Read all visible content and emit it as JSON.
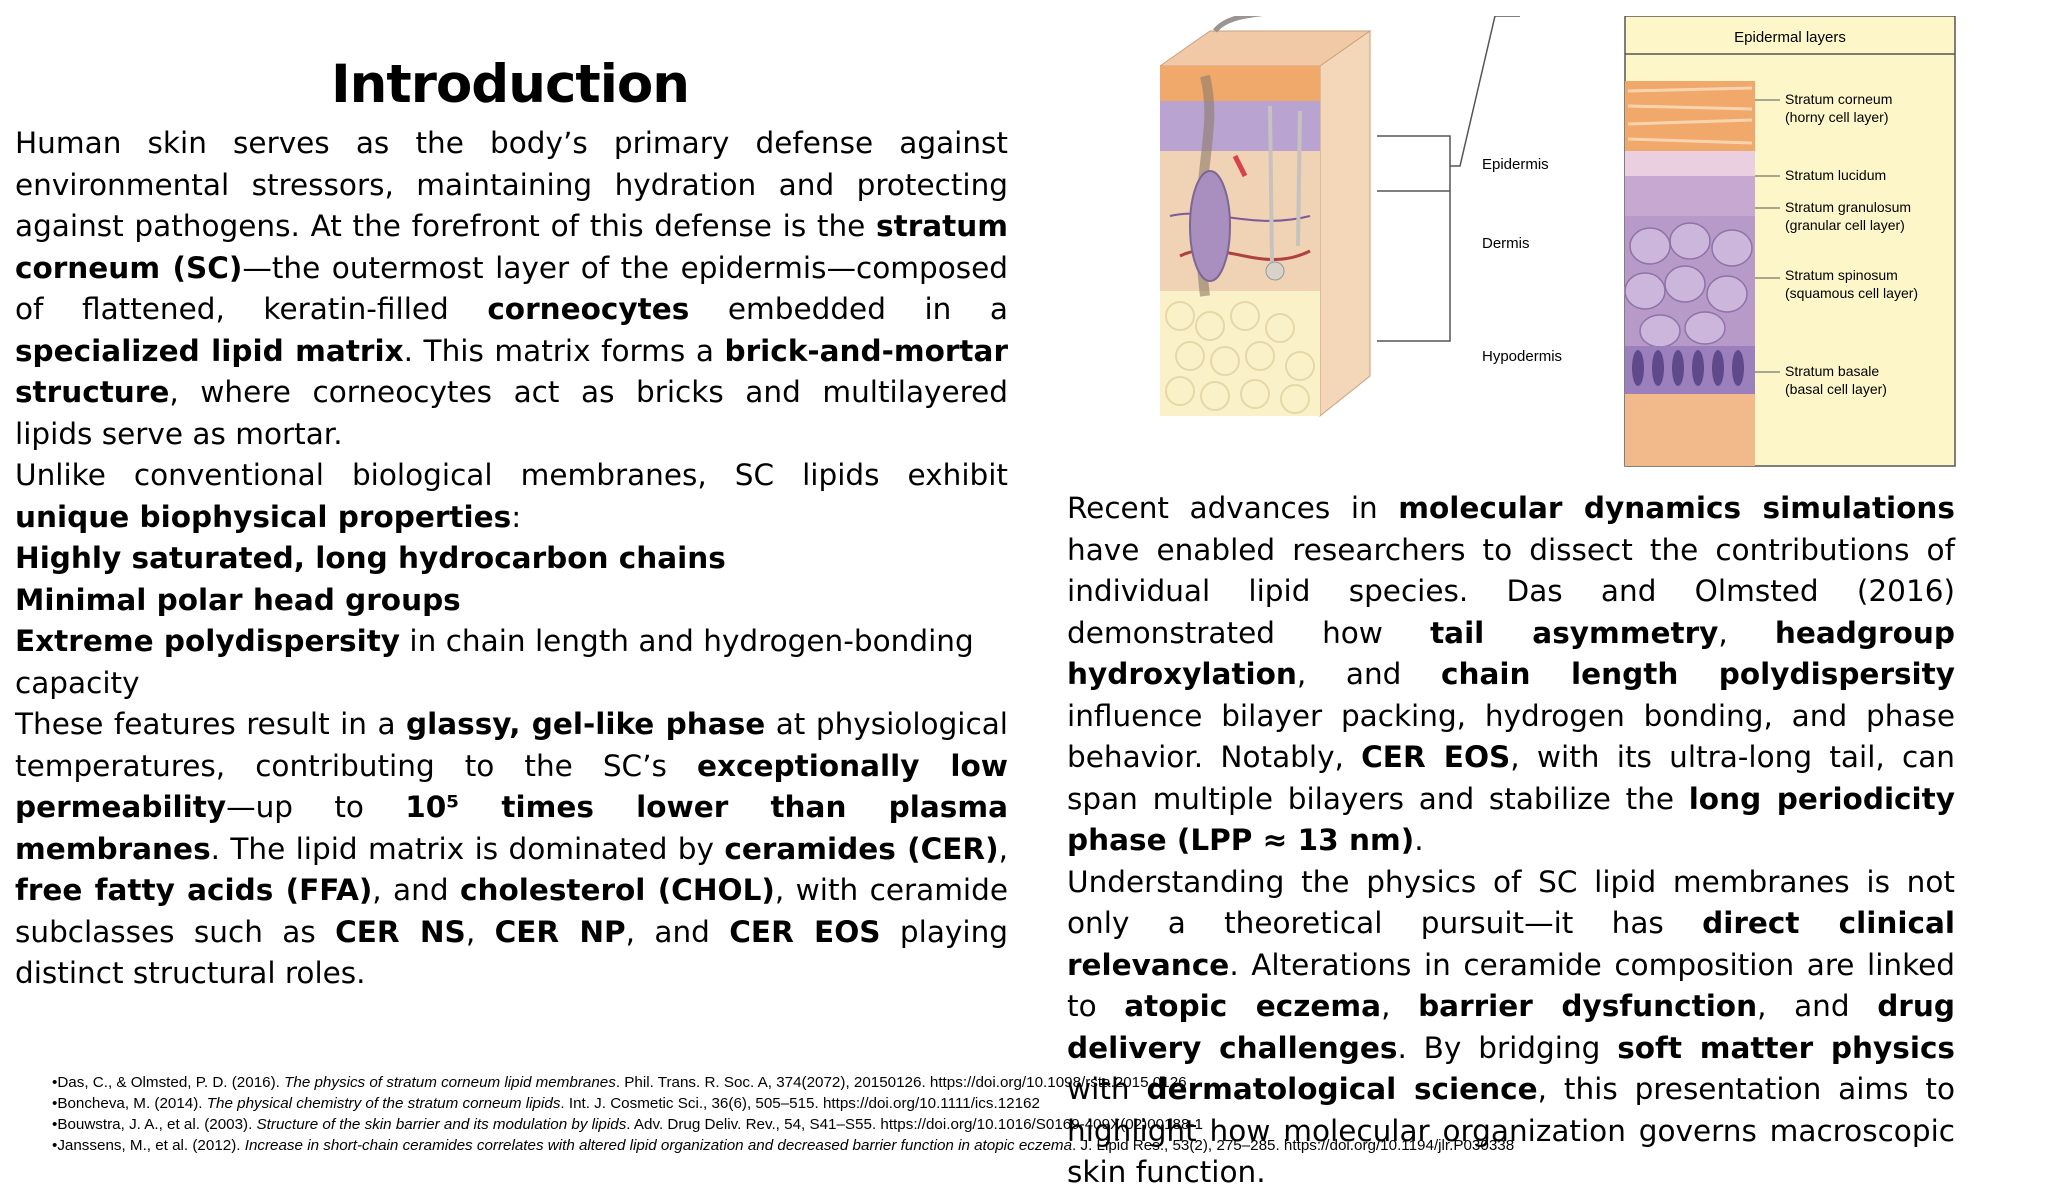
{
  "title": "Introduction",
  "left": {
    "p1": [
      {
        "t": "Human skin serves as the body’s primary defense against environmental stressors, maintaining hydration and protecting against pathogens. At the forefront of this defense is the "
      },
      {
        "t": "stratum corneum (SC)",
        "b": true
      },
      {
        "t": "—the outermost layer of the epidermis—composed of flattened, keratin-filled "
      },
      {
        "t": "corneocytes",
        "b": true
      },
      {
        "t": " embedded in a "
      },
      {
        "t": "specialized lipid matrix",
        "b": true
      },
      {
        "t": ". This matrix forms a "
      },
      {
        "t": "brick-and-mortar structure",
        "b": true
      },
      {
        "t": ", where corneocytes act as bricks and multilayered lipids serve as mortar."
      }
    ],
    "p2": [
      {
        "t": "Unlike conventional biological membranes, SC lipids exhibit "
      },
      {
        "t": "unique biophysical properties",
        "b": true
      },
      {
        "t": ":"
      }
    ],
    "list1": "Highly saturated, long hydrocarbon chains",
    "list2": "Minimal polar head groups",
    "list3_bold": "Extreme polydispersity",
    "list3_rest": " in chain length and hydrogen-bonding capacity",
    "p3": [
      {
        "t": "These features result in a "
      },
      {
        "t": "glassy, gel-like phase",
        "b": true
      },
      {
        "t": " at physiological temperatures, contributing to the SC’s "
      },
      {
        "t": "exceptionally low permeability",
        "b": true
      },
      {
        "t": "—up to "
      },
      {
        "t": "10⁵ times lower than plasma membranes",
        "b": true
      },
      {
        "t": ". The lipid matrix is dominated by "
      },
      {
        "t": "ceramides (CER)",
        "b": true
      },
      {
        "t": ", "
      },
      {
        "t": "free fatty acids (FFA)",
        "b": true
      },
      {
        "t": ", and "
      },
      {
        "t": "cholesterol (CHOL)",
        "b": true
      },
      {
        "t": ", with ceramide subclasses such as "
      },
      {
        "t": "CER NS",
        "b": true
      },
      {
        "t": ", "
      },
      {
        "t": "CER NP",
        "b": true
      },
      {
        "t": ", and "
      },
      {
        "t": "CER EOS",
        "b": true
      },
      {
        "t": " playing distinct structural roles."
      }
    ]
  },
  "right": {
    "p1": [
      {
        "t": "Recent advances in "
      },
      {
        "t": "molecular dynamics simulations",
        "b": true
      },
      {
        "t": " have enabled researchers to dissect the contributions of individual lipid species. Das and Olmsted (2016) demonstrated how "
      },
      {
        "t": "tail asymmetry",
        "b": true
      },
      {
        "t": ", "
      },
      {
        "t": "headgroup hydroxylation",
        "b": true
      },
      {
        "t": ", and "
      },
      {
        "t": "chain length polydispersity",
        "b": true
      },
      {
        "t": " influence bilayer packing, hydrogen bonding, and phase behavior. Notably, "
      },
      {
        "t": "CER EOS",
        "b": true
      },
      {
        "t": ", with its ultra-long tail, can span multiple bilayers and stabilize the "
      },
      {
        "t": "long periodicity phase (LPP ≈ 13 nm)",
        "b": true
      },
      {
        "t": "."
      }
    ],
    "p2": [
      {
        "t": "Understanding the physics of SC lipid membranes is not only a theoretical pursuit—it has "
      },
      {
        "t": "direct clinical relevance",
        "b": true
      },
      {
        "t": ". Alterations in ceramide composition are linked to "
      },
      {
        "t": "atopic eczema",
        "b": true
      },
      {
        "t": ", "
      },
      {
        "t": "barrier dysfunction",
        "b": true
      },
      {
        "t": ", and "
      },
      {
        "t": "drug delivery challenges",
        "b": true
      },
      {
        "t": ". By bridging "
      },
      {
        "t": "soft matter physics",
        "b": true
      },
      {
        "t": " with "
      },
      {
        "t": "dermatological science",
        "b": true
      },
      {
        "t": ", this presentation aims to highlight how molecular organization governs macroscopic skin function."
      }
    ]
  },
  "figure": {
    "header": "Epidermal layers",
    "left_labels": [
      "Epidermis",
      "Dermis",
      "Hypodermis"
    ],
    "layers": [
      {
        "name": "Stratum corneum",
        "sub": "(horny cell layer)"
      },
      {
        "name": "Stratum lucidum",
        "sub": ""
      },
      {
        "name": "Stratum granulosum",
        "sub": "(granular cell layer)"
      },
      {
        "name": "Stratum spinosum",
        "sub": "(squamous cell layer)"
      },
      {
        "name": "Stratum basale",
        "sub": "(basal cell layer)"
      }
    ]
  },
  "references": [
    {
      "pre": "•Das, C., & Olmsted, P. D. (2016). ",
      "it": "The physics of stratum corneum lipid membranes",
      "post": ". Phil. Trans. R. Soc. A, 374(2072), 20150126. https://doi.org/10.1098/rsta.2015.0126"
    },
    {
      "pre": "•Boncheva, M. (2014). ",
      "it": "The physical chemistry of the stratum corneum lipids",
      "post": ". Int. J. Cosmetic Sci., 36(6), 505–515. https://doi.org/10.1111/ics.12162"
    },
    {
      "pre": "•Bouwstra, J. A., et al. (2003). ",
      "it": "Structure of the skin barrier and its modulation by lipids",
      "post": ". Adv. Drug Deliv. Rev., 54, S41–S55. https://doi.org/10.1016/S0169-409X(02)00188-1"
    },
    {
      "pre": "•Janssens, M., et al. (2012). ",
      "it": "Increase in short-chain ceramides correlates with altered lipid organization and decreased barrier function in atopic eczema",
      "post": ". J. Lipid Res., 53(2), 275–285. https://doi.org/10.1194/jlr.P030338"
    }
  ]
}
